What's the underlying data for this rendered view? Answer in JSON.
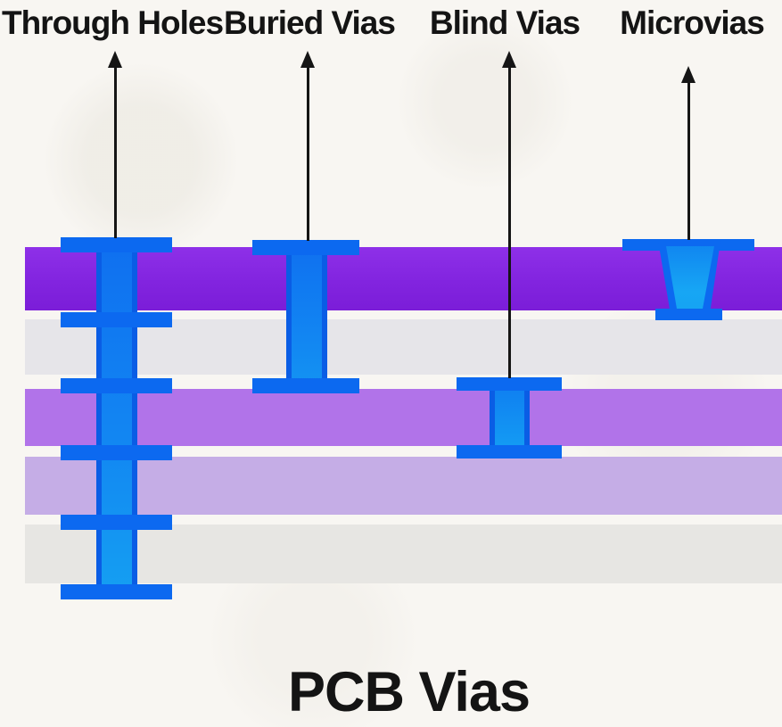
{
  "title": "PCB Vias",
  "labels": {
    "through": "Through Holes",
    "buried": "Buried Vias",
    "blind": "Blind Vias",
    "micro": "Microvias"
  },
  "colors": {
    "background": "#F8F6F2",
    "layer_top_purple": "#8527E0",
    "layer_gray": "#E6E5E9",
    "layer_mid_purple": "#B173E9",
    "layer_light_purple": "#C5ADE6",
    "layer_bottom_gray": "#E7E6E3",
    "via_dark_blue": "#0C69F0",
    "via_edge_blue": "#0A5DE5",
    "via_light_blue": "#15A0F2",
    "arrow_black": "#151515",
    "text_black": "#141414"
  }
}
